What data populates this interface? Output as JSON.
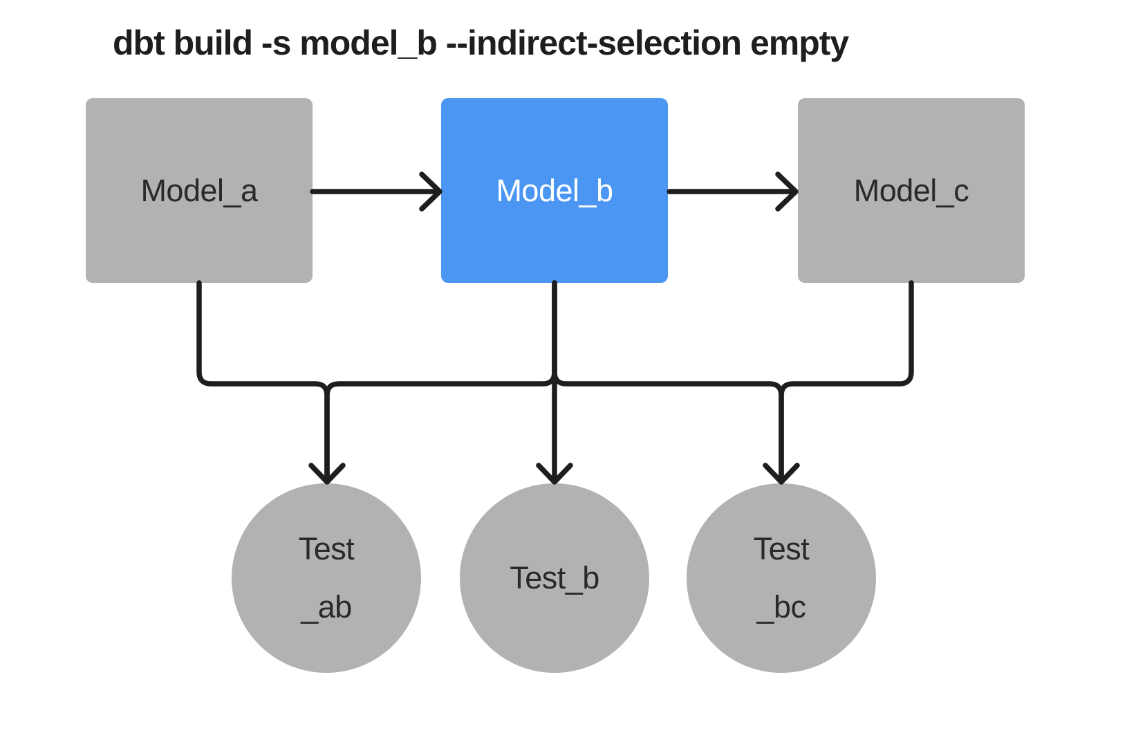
{
  "title": "dbt build -s model_b --indirect-selection empty",
  "colors": {
    "background": "#ffffff",
    "node_gray": "#b2b2b2",
    "selected_blue": "#4b96f2",
    "edge_line": "#1e1e20",
    "text_dark": "#29292b",
    "text_on_selected": "#ffffff",
    "title_text": "#1e1e20"
  },
  "diagram": {
    "type": "dag",
    "models": [
      {
        "id": "model_a",
        "label": "Model_a",
        "selected": false
      },
      {
        "id": "model_b",
        "label": "Model_b",
        "selected": true
      },
      {
        "id": "model_c",
        "label": "Model_c",
        "selected": false
      }
    ],
    "tests": [
      {
        "id": "test_ab",
        "label": "Test _ab",
        "line1": "Test",
        "line2": "_ab"
      },
      {
        "id": "test_b",
        "label": "Test_b",
        "line1": "Test_b",
        "line2": ""
      },
      {
        "id": "test_bc",
        "label": "Test _bc",
        "line1": "Test",
        "line2": "_bc"
      }
    ],
    "edges": [
      {
        "from": "model_a",
        "to": "model_b"
      },
      {
        "from": "model_b",
        "to": "model_c"
      },
      {
        "from": "model_a",
        "to": "test_ab"
      },
      {
        "from": "model_b",
        "to": "test_ab"
      },
      {
        "from": "model_b",
        "to": "test_b"
      },
      {
        "from": "model_b",
        "to": "test_bc"
      },
      {
        "from": "model_c",
        "to": "test_bc"
      }
    ]
  }
}
